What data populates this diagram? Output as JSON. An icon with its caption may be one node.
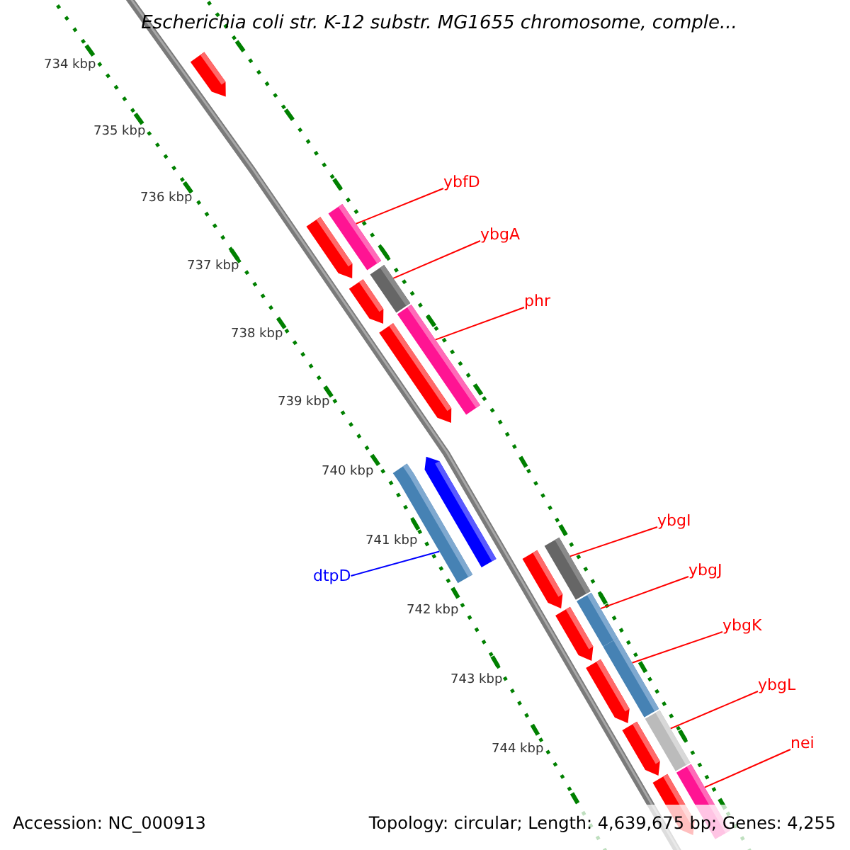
{
  "diagram": {
    "title": "Escherichia coli str. K-12 substr. MG1655 chromosome, comple...",
    "nodes": [
      {
        "text": [
          "ybfD"
        ]
      },
      {
        "text": [],
        "shape": "bar"
      },
      {
        "text": [
          "ybgA"
        ]
      },
      {
        "text": [],
        "shape": "bar"
      },
      {
        "text": [
          "phr"
        ]
      },
      {
        "text": [],
        "shape": "bar"
      },
      {
        "text": [
          "dtpD"
        ]
      },
      {
        "text": [],
        "shape": "bar"
      },
      {
        "text": [
          "ybgI"
        ]
      },
      {
        "text": [],
        "shape": "bar"
      },
      {
        "text": [
          "ybgJ"
        ]
      },
      {
        "text": [],
        "shape": "bar"
      },
      {
        "text": [
          "ybgK"
        ]
      },
      {
        "text": [],
        "shape": "bar"
      },
      {
        "text": [
          "ybgL"
        ]
      },
      {
        "text": [],
        "shape": "bar"
      },
      {
        "text": [
          "nei"
        ]
      },
      {
        "text": [],
        "shape": "bar"
      }
    ],
    "edges": [
      {
        "from": 0,
        "to": 1,
        "arrow": "none"
      },
      {
        "from": 2,
        "to": 3,
        "arrow": "none"
      },
      {
        "from": 4,
        "to": 5,
        "arrow": "none"
      },
      {
        "from": 6,
        "to": 7,
        "arrow": "none",
        "color": "#0000ff"
      },
      {
        "from": 8,
        "to": 9,
        "arrow": "none"
      },
      {
        "from": 10,
        "to": 11,
        "arrow": "none"
      },
      {
        "from": 12,
        "to": 13,
        "arrow": "none"
      },
      {
        "from": 14,
        "to": 15,
        "arrow": "none"
      },
      {
        "from": 16,
        "to": 17,
        "arrow": "none"
      }
    ],
    "labels": [
      "734 kbp",
      "735 kbp",
      "736 kbp",
      "737 kbp",
      "738 kbp",
      "739 kbp",
      "740 kbp",
      "741 kbp",
      "742 kbp",
      "743 kbp",
      "744 kbp",
      "Accession: NC_000913",
      "Topology: circular; Length: 4,639,675 bp; Genes: 4,255"
    ]
  }
}
